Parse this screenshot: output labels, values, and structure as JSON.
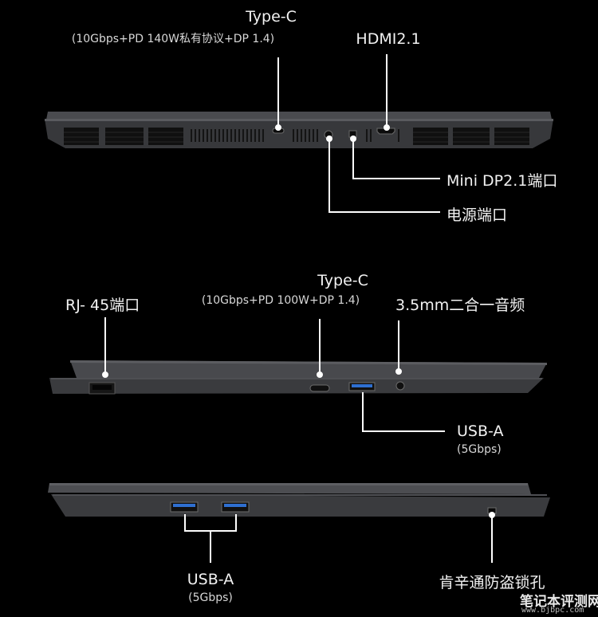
{
  "colors": {
    "background": "#000000",
    "laptop_body": "#3a3b3e",
    "laptop_edge": "#55565a",
    "vent": "#121212",
    "callout_line": "#ffffff",
    "text": "#f2f2f2"
  },
  "rear_view": {
    "typec_title": "Type-C",
    "typec_spec": "(10Gbps+PD 140W私有协议+DP 1.4)",
    "hdmi": "HDMI2.1",
    "minidp": "Mini DP2.1端口",
    "power": "电源端口"
  },
  "left_view": {
    "rj45": "RJ- 45端口",
    "typec_title": "Type-C",
    "typec_spec": "(10Gbps+PD 100W+DP 1.4)",
    "audio": "3.5mm二合一音频",
    "usba_title": "USB-A",
    "usba_spec": "(5Gbps)"
  },
  "right_view": {
    "usba_title": "USB-A",
    "usba_spec": "(5Gbps)",
    "lock": "肯辛通防盗锁孔"
  },
  "watermark": {
    "name": "笔记本评测网",
    "url": "www.bjbpc.com"
  }
}
